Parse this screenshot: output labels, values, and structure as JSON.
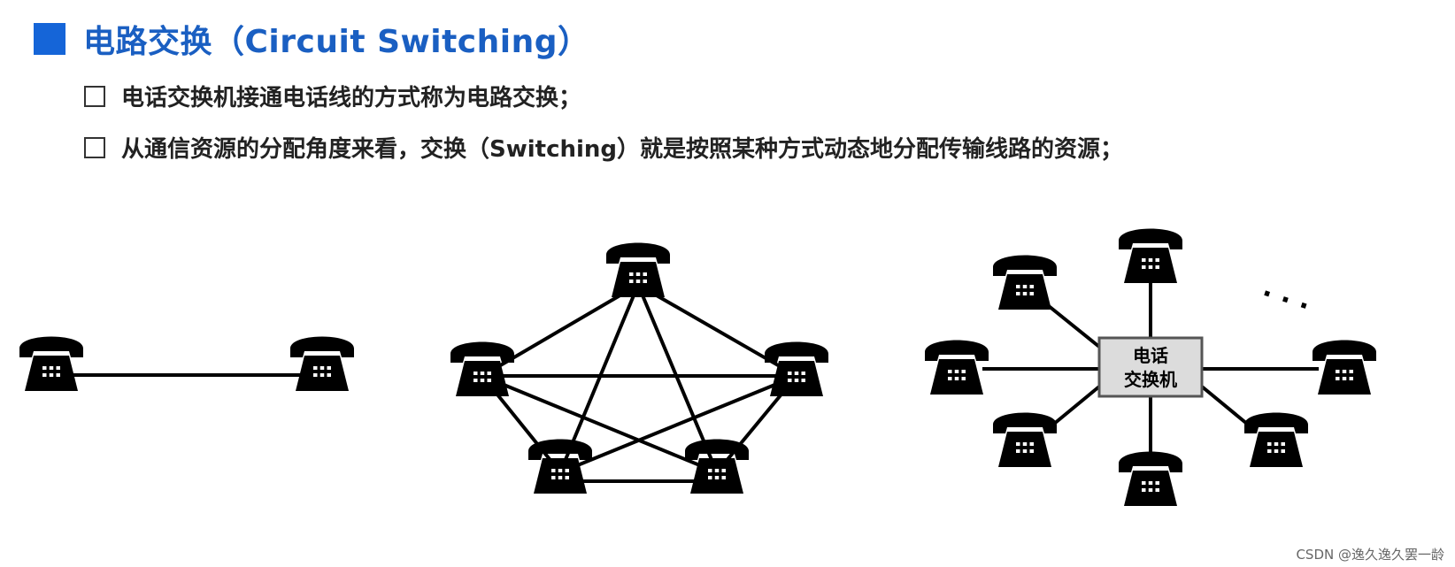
{
  "slide": {
    "title": "电路交换（Circuit Switching）",
    "bullets": [
      "电话交换机接通电话线的方式称为电路交换；",
      "从通信资源的分配角度来看，交换（Switching）就是按照某种方式动态地分配传输线路的资源；"
    ]
  },
  "diagrams": {
    "switch_label_line1": "电话",
    "switch_label_line2": "交换机",
    "ellipsis": "· · ·"
  },
  "watermark": "CSDN @逸久逸久罢一龄",
  "colors": {
    "accent": "#1565d8",
    "title": "#1a5fc2",
    "switch_fill": "#dcdcdc",
    "phone": "#000000"
  }
}
